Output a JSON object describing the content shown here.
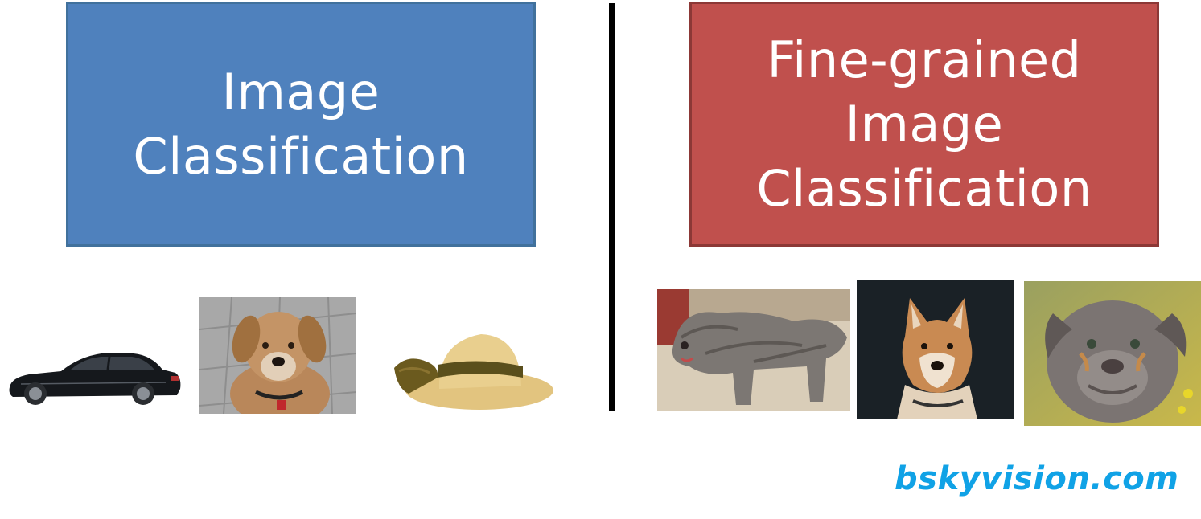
{
  "colors": {
    "blue_fill": "#4f81bd",
    "red_fill": "#c0504d",
    "divider": "#000000",
    "watermark": "#10a2e6"
  },
  "left_panel": {
    "lines": [
      "Image",
      "Classification"
    ]
  },
  "right_panel": {
    "lines": [
      "Fine-grained",
      "Image",
      "Classification"
    ]
  },
  "left_photos": [
    "car-photo",
    "dog-photo",
    "hat-photo"
  ],
  "right_photos": [
    "bearded-collie-photo",
    "shiba-inu-photo",
    "bulldog-photo"
  ],
  "watermark": "bskyvision.com"
}
